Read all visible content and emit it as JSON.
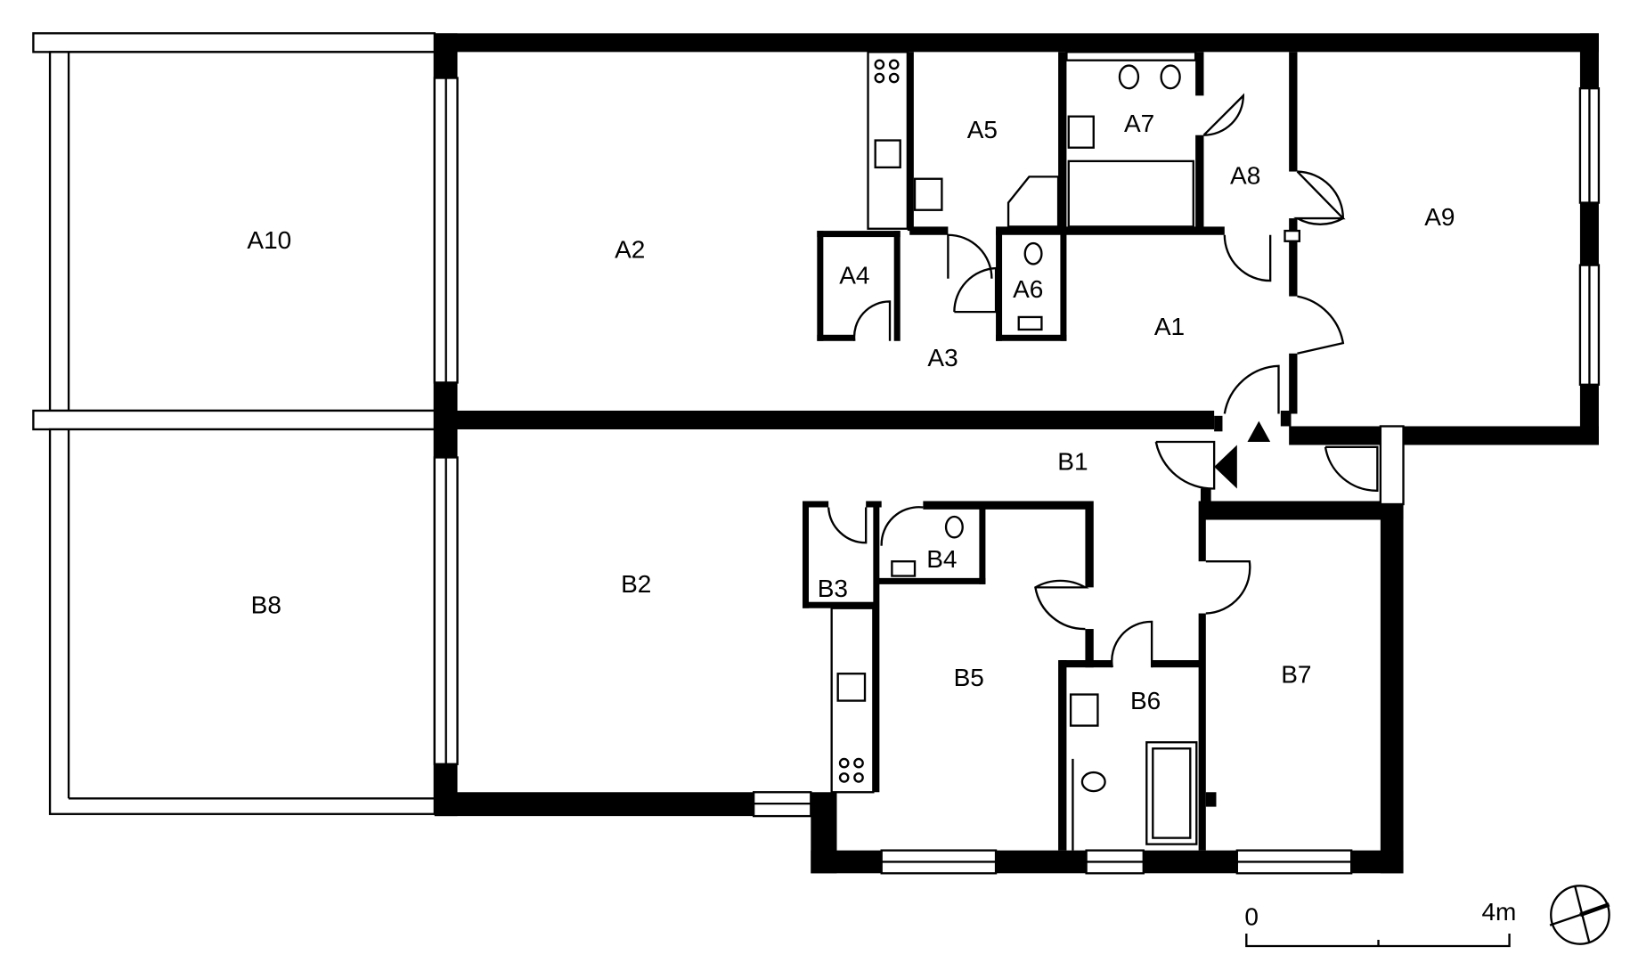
{
  "rooms": {
    "A1": "A1",
    "A2": "A2",
    "A3": "A3",
    "A4": "A4",
    "A5": "A5",
    "A6": "A6",
    "A7": "A7",
    "A8": "A8",
    "A9": "A9",
    "A10": "A10",
    "B1": "B1",
    "B2": "B2",
    "B3": "B3",
    "B4": "B4",
    "B5": "B5",
    "B6": "B6",
    "B7": "B7",
    "B8": "B8"
  },
  "scale_bar": {
    "start_label": "0",
    "end_label": "4m"
  },
  "colors": {
    "wall": "#000000",
    "background": "#ffffff"
  }
}
